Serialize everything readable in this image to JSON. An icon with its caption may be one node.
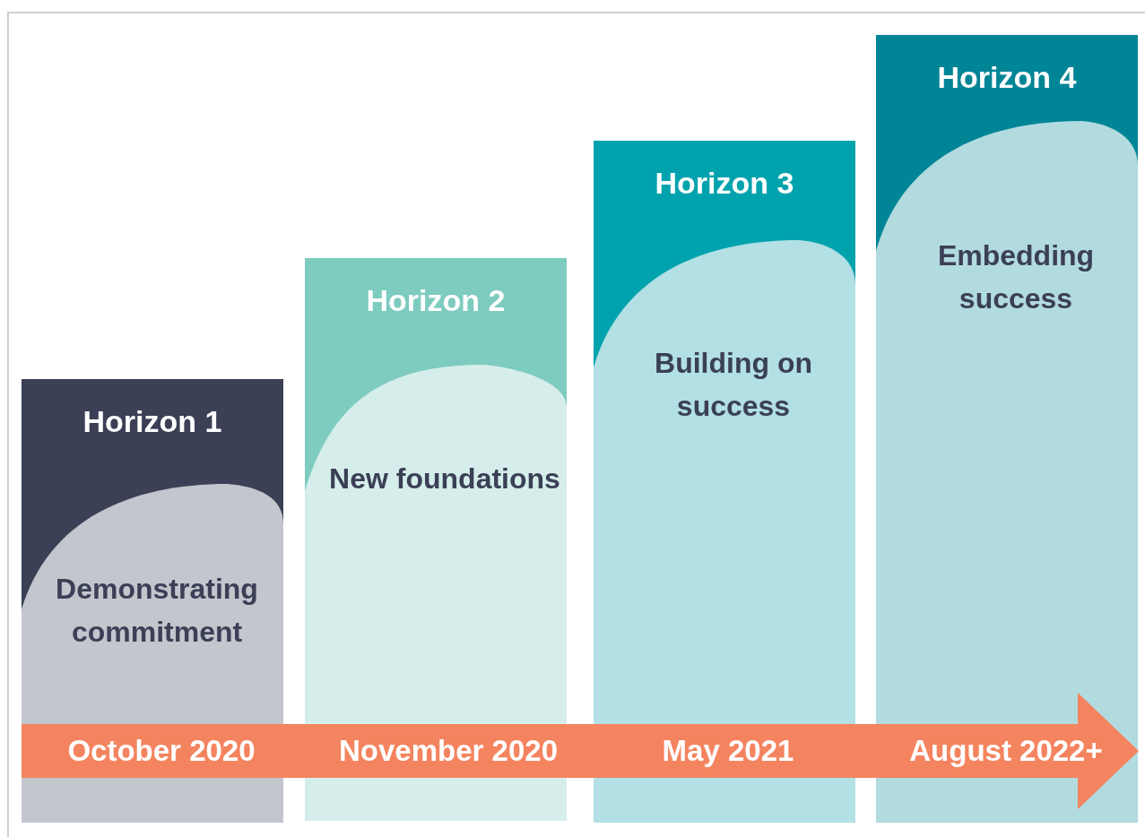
{
  "diagram": {
    "nodes": [
      {
        "text": [
          "Horizon 1",
          "Demonstrating commitment"
        ]
      },
      {
        "text": [
          "Horizon 2",
          "New foundations"
        ]
      },
      {
        "text": [
          "Horizon 3",
          "Building on success"
        ]
      },
      {
        "text": [
          "Horizon 4",
          "Embedding success"
        ]
      },
      {
        "text": [
          "October 2020",
          "November 2020",
          "May 2021",
          "August 2022+"
        ]
      }
    ],
    "edges": []
  }
}
